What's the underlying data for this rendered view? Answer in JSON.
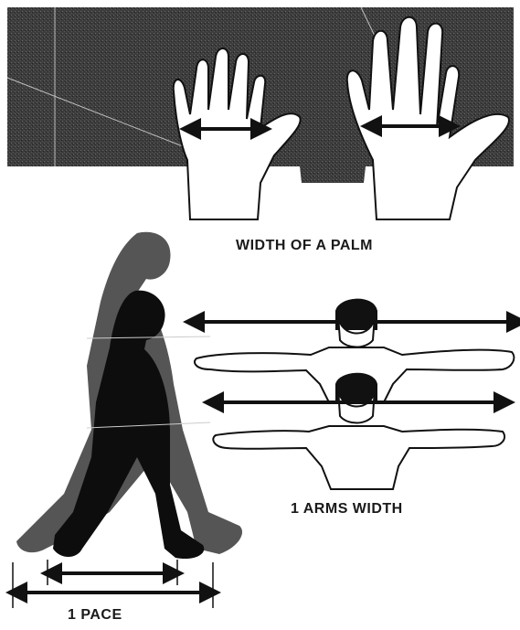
{
  "captions": {
    "palm": "WIDTH OF A PALM",
    "arms": "1 ARMS WIDTH",
    "pace": "1 PACE"
  },
  "colors": {
    "dark_panel": "#3a3a3a",
    "figure_black": "#0d0d0d",
    "figure_gray": "#4a4a4a",
    "skin": "#ffffff",
    "ink": "#111111"
  },
  "icons": [
    "left-hand-icon",
    "right-hand-icon",
    "walking-man-icon",
    "arms-outstretched-man-icon",
    "double-arrow-icon"
  ]
}
